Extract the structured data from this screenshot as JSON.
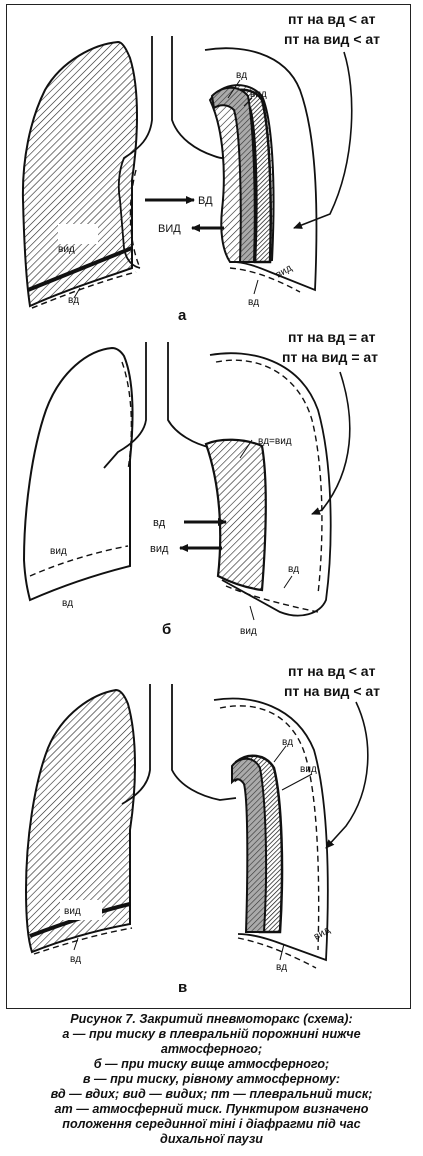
{
  "panels": {
    "a": {
      "letter": "а",
      "pressure_line1": "пт на вд < ат",
      "pressure_line2": "пт на вид < ат",
      "label_vd_top": "вд",
      "label_vyd_top": "вид",
      "arrow_vd": "ВД",
      "arrow_vyd": "ВИД",
      "left_vyd": "вид",
      "left_vd": "вд",
      "right_vyd": "вид",
      "right_vd": "вд"
    },
    "b": {
      "letter": "б",
      "pressure_line1": "пт на вд = ат",
      "pressure_line2": "пт на вид = ат",
      "label_vd_eq_vyd": "вд=вид",
      "arrow_vd": "вд",
      "arrow_vyd": "вид",
      "left_vyd": "вид",
      "left_vd": "вд",
      "right_vd": "вд",
      "right_vyd": "вид"
    },
    "c": {
      "letter": "в",
      "pressure_line1": "пт на вд < ат",
      "pressure_line2": "пт на вид < ат",
      "label_vd_top": "вд",
      "label_vyd_top": "вид",
      "left_vyd": "вид",
      "left_vd": "вд",
      "right_vyd": "вид",
      "right_vd": "вд"
    }
  },
  "caption": {
    "line1": "Рисунок 7.  Закритий пневмоторакс (схема):",
    "line2": "а — при тиску в плевральній порожнині нижче",
    "line3": "атмосферного;",
    "line4": "б — при тиску вище атмосферного;",
    "line5": "в — при тиску, рівному атмосферному:",
    "line6": "вд — вдих; вид — видих; пт — плевральний тиск;",
    "line7": "ат — атмосферний тиск. Пунктиром визначено",
    "line8": "положення серединної тіні і діафрагми під час",
    "line9": "дихальної паузи"
  }
}
